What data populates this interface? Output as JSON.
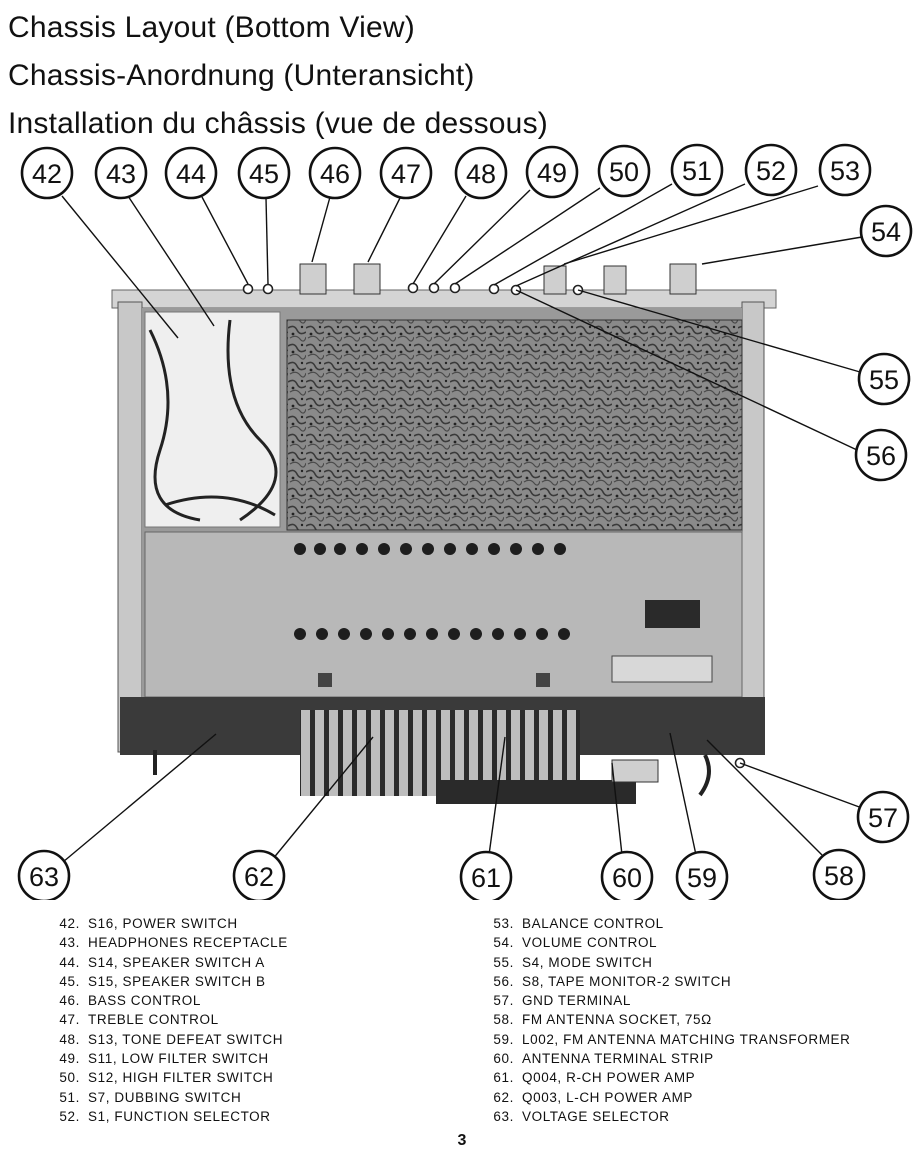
{
  "titles": [
    "Chassis Layout (Bottom View)",
    "Chassis-Anordnung (Unteransicht)",
    "Installation du châssis (vue de dessous)"
  ],
  "callouts": [
    "42",
    "43",
    "44",
    "45",
    "46",
    "47",
    "48",
    "49",
    "50",
    "51",
    "52",
    "53",
    "54",
    "55",
    "56",
    "57",
    "58",
    "59",
    "60",
    "61",
    "62",
    "63"
  ],
  "legend_left": [
    {
      "num": "42.",
      "text": "S16, POWER SWITCH"
    },
    {
      "num": "43.",
      "text": "HEADPHONES RECEPTACLE"
    },
    {
      "num": "44.",
      "text": "S14, SPEAKER SWITCH A"
    },
    {
      "num": "45.",
      "text": "S15, SPEAKER SWITCH B"
    },
    {
      "num": "46.",
      "text": "BASS CONTROL"
    },
    {
      "num": "47.",
      "text": "TREBLE CONTROL"
    },
    {
      "num": "48.",
      "text": "S13, TONE DEFEAT SWITCH"
    },
    {
      "num": "49.",
      "text": "S11, LOW FILTER SWITCH"
    },
    {
      "num": "50.",
      "text": "S12, HIGH FILTER SWITCH"
    },
    {
      "num": "51.",
      "text": "S7, DUBBING SWITCH"
    },
    {
      "num": "52.",
      "text": "S1, FUNCTION SELECTOR"
    }
  ],
  "legend_right": [
    {
      "num": "53.",
      "text": "BALANCE CONTROL"
    },
    {
      "num": "54.",
      "text": "VOLUME CONTROL"
    },
    {
      "num": "55.",
      "text": "S4, MODE SWITCH"
    },
    {
      "num": "56.",
      "text": "S8, TAPE MONITOR-2 SWITCH"
    },
    {
      "num": "57.",
      "text": "GND TERMINAL"
    },
    {
      "num": "58.",
      "text": "FM ANTENNA SOCKET, 75Ω"
    },
    {
      "num": "59.",
      "text": "L002, FM ANTENNA MATCHING TRANSFORMER"
    },
    {
      "num": "60.",
      "text": "ANTENNA TERMINAL STRIP"
    },
    {
      "num": "61.",
      "text": "Q004, R-CH POWER AMP"
    },
    {
      "num": "62.",
      "text": "Q003, L-CH POWER AMP"
    },
    {
      "num": "63.",
      "text": "VOLTAGE SELECTOR"
    }
  ],
  "page_number": "3"
}
